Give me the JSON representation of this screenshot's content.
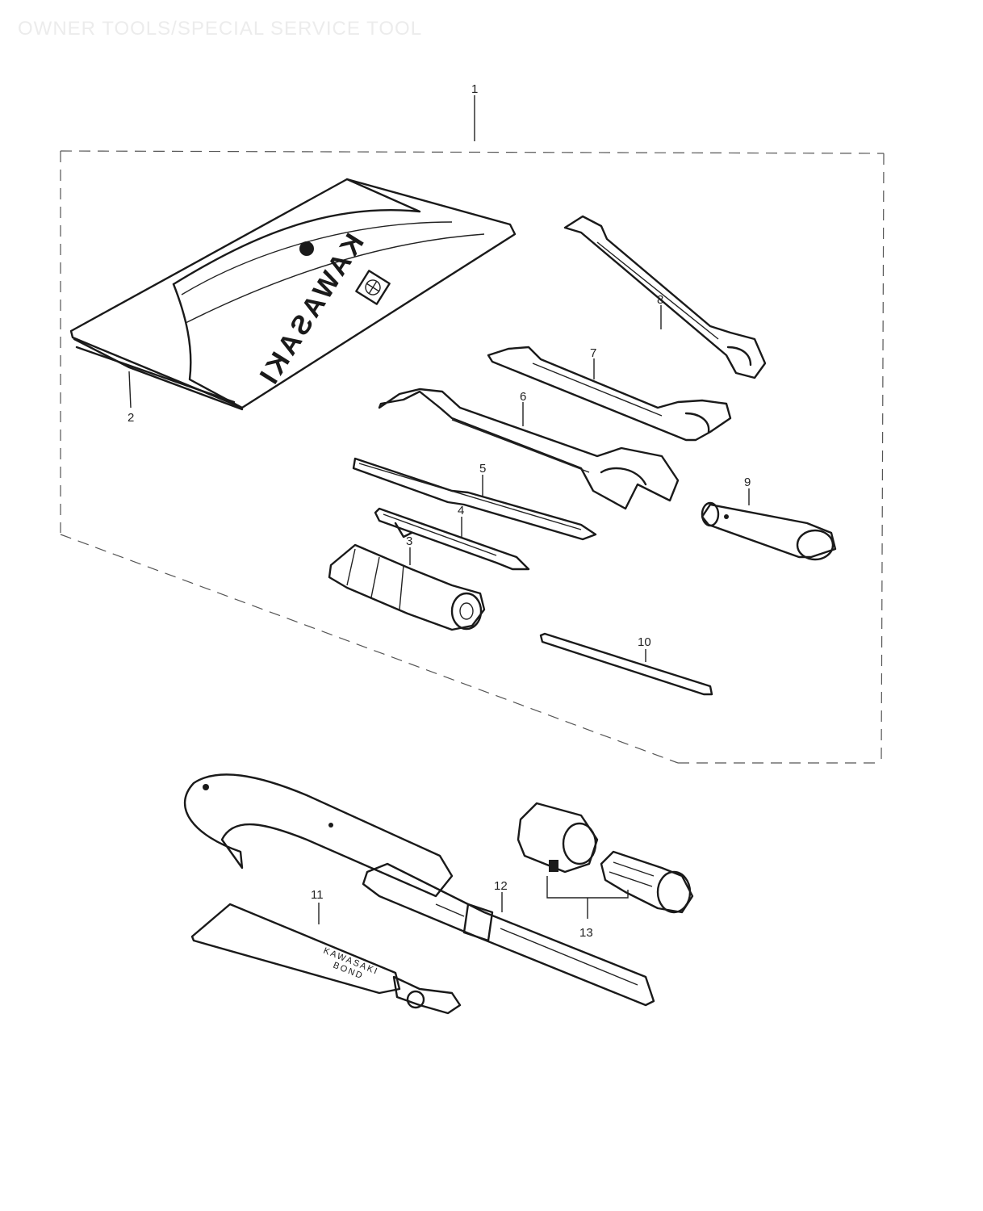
{
  "header": {
    "title": "OWNER TOOLS/SPECIAL SERVICE TOOL"
  },
  "bag": {
    "brand_text": "KAWASAKI"
  },
  "tube": {
    "label_line1": "KAWASAKI",
    "label_line2": "BOND"
  },
  "callouts": [
    {
      "id": "1",
      "text": "1"
    },
    {
      "id": "2",
      "text": "2"
    },
    {
      "id": "3",
      "text": "3"
    },
    {
      "id": "4",
      "text": "4"
    },
    {
      "id": "5",
      "text": "5"
    },
    {
      "id": "6",
      "text": "6"
    },
    {
      "id": "7",
      "text": "7"
    },
    {
      "id": "8",
      "text": "8"
    },
    {
      "id": "9",
      "text": "9"
    },
    {
      "id": "10",
      "text": "10"
    },
    {
      "id": "11",
      "text": "11"
    },
    {
      "id": "12",
      "text": "12"
    },
    {
      "id": "13",
      "text": "13"
    }
  ]
}
